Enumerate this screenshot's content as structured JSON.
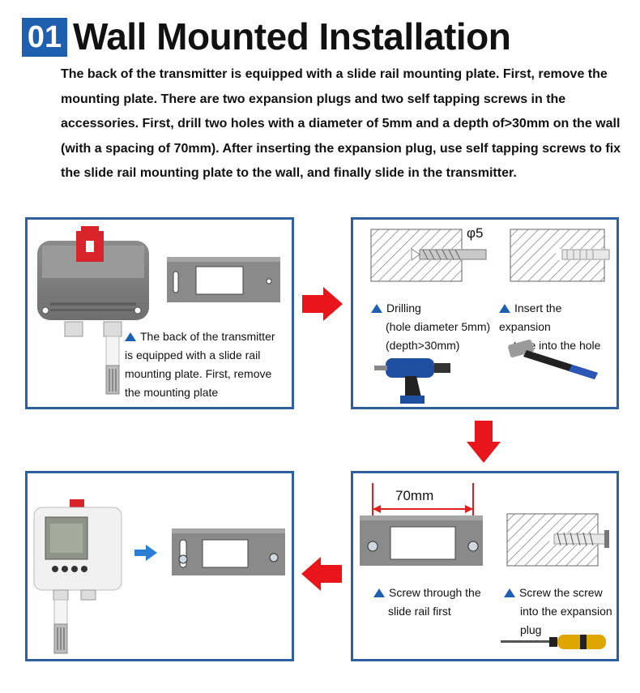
{
  "header": {
    "number": "01",
    "title": "Wall Mounted Installation"
  },
  "intro": "The back of the transmitter is equipped with a slide rail mounting plate. First, remove the mounting plate. There are two expansion plugs and two self tapping screws in the accessories. First, drill two holes with a diameter of 5mm and a depth of>30mm on the wall (with a spacing of 70mm). After inserting the expansion plug, use self tapping screws to fix the slide rail mounting plate to the wall, and finally slide in the transmitter.",
  "steps": {
    "step1": {
      "caption_lines": [
        "The back of the transmitter",
        "is equipped with a slide rail",
        "mounting plate. First, remove",
        "the mounting plate"
      ]
    },
    "step2": {
      "diameter_label": "φ5",
      "drill_caption_lines": [
        "Drilling",
        "(hole diameter 5mm)",
        "(depth>30mm)"
      ],
      "insert_caption_lines": [
        "Insert the expansion",
        "tube into the hole"
      ]
    },
    "step3": {
      "spacing_label": "70mm",
      "screw_rail_caption_lines": [
        "Screw through the",
        "slide rail first"
      ],
      "screw_plug_caption_lines": [
        "Screw the screw",
        "into the expansion",
        "plug"
      ]
    }
  },
  "colors": {
    "accent_blue": "#1e5fb0",
    "panel_border": "#2f5f9e",
    "arrow_red": "#e8151b",
    "marker_red": "#e02020"
  },
  "icons": [
    "triangle-bullet-icon",
    "right-arrow-icon",
    "down-arrow-icon",
    "left-arrow-icon",
    "blue-right-arrow-icon"
  ]
}
